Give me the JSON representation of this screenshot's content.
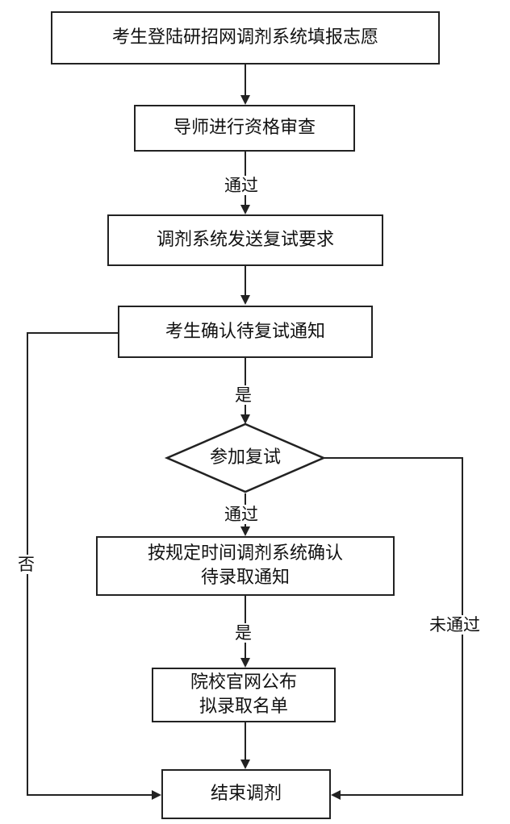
{
  "nodes": {
    "n1": "考生登陆研招网调剂系统填报志愿",
    "n2": "导师进行资格审查",
    "n3": "调剂系统发送复试要求",
    "n4": "考生确认待复试通知",
    "d1": "参加复试",
    "n5": [
      "按规定时间调剂系统确认",
      "待录取通知"
    ],
    "n6": [
      "院校官网公布",
      "拟录取名单"
    ],
    "n7": "结束调剂"
  },
  "edge_labels": {
    "pass1": "通过",
    "yes1": "是",
    "pass2": "通过",
    "yes2": "是",
    "no": "否",
    "fail": "未通过"
  }
}
